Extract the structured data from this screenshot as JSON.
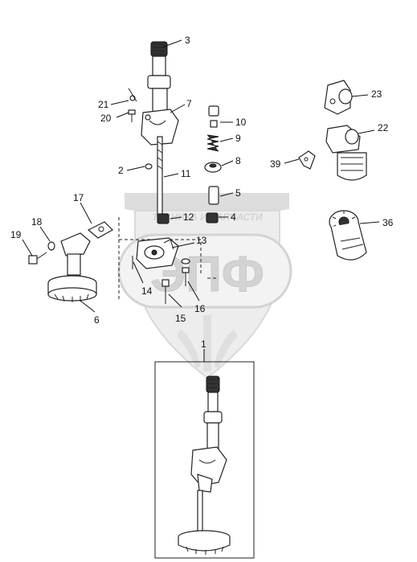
{
  "watermark": {
    "top_text": "ТЕХНИКА И ЗАПЧАСТИ",
    "logo_text": "ЭПФ"
  },
  "callouts": [
    "1",
    "2",
    "3",
    "4",
    "5",
    "6",
    "7",
    "8",
    "9",
    "10",
    "11",
    "12",
    "13",
    "14",
    "15",
    "16",
    "17",
    "18",
    "19",
    "20",
    "21",
    "22",
    "23",
    "36",
    "39"
  ]
}
